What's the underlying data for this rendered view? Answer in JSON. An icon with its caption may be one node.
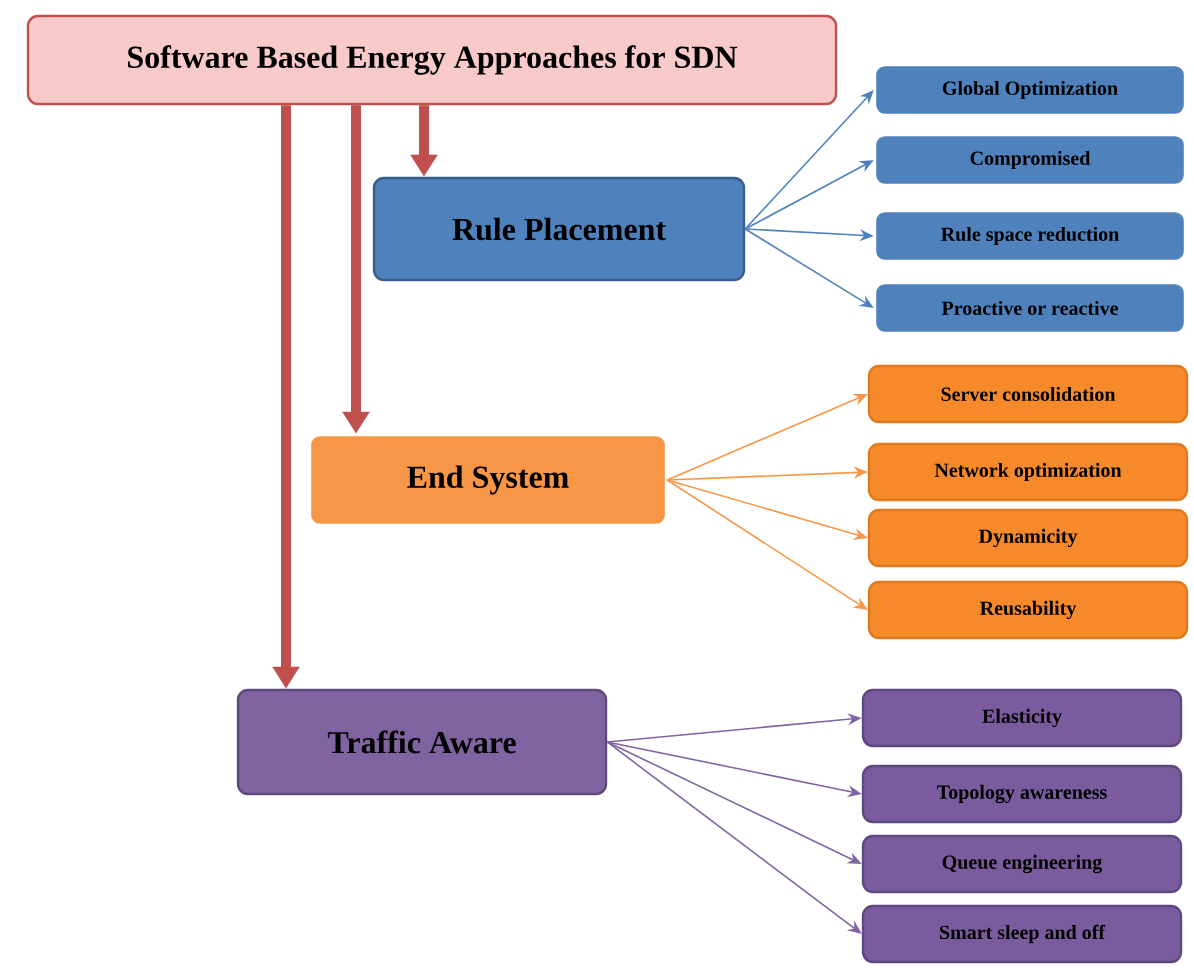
{
  "diagram": {
    "nodes": [
      {
        "text": [
          "Software Based Energy Approaches for SDN"
        ]
      },
      {
        "text": [
          "Rule Placement"
        ]
      },
      {
        "text": [
          "Global Optimization"
        ]
      },
      {
        "text": [
          "Compromised"
        ]
      },
      {
        "text": [
          "Rule space reduction"
        ]
      },
      {
        "text": [
          "Proactive or reactive"
        ]
      },
      {
        "text": [
          "End System"
        ]
      },
      {
        "text": [
          "Server consolidation"
        ]
      },
      {
        "text": [
          "Network optimization"
        ]
      },
      {
        "text": [
          "Dynamicity"
        ]
      },
      {
        "text": [
          "Reusability"
        ]
      },
      {
        "text": [
          "Traffic Aware"
        ]
      },
      {
        "text": [
          "Elasticity"
        ]
      },
      {
        "text": [
          "Topology awareness"
        ]
      },
      {
        "text": [
          "Queue engineering"
        ]
      },
      {
        "text": [
          "Smart sleep and off"
        ]
      }
    ],
    "edges": [
      {
        "from": 0,
        "to": 1,
        "arrow": "to",
        "style": "thick",
        "color": "#c0504d"
      },
      {
        "from": 0,
        "to": 6,
        "arrow": "to",
        "style": "thick",
        "color": "#c0504d"
      },
      {
        "from": 0,
        "to": 11,
        "arrow": "to",
        "style": "thick",
        "color": "#c0504d"
      },
      {
        "from": 1,
        "to": 2,
        "arrow": "to",
        "color": "#4f81bd"
      },
      {
        "from": 1,
        "to": 3,
        "arrow": "to",
        "color": "#4f81bd"
      },
      {
        "from": 1,
        "to": 4,
        "arrow": "to",
        "color": "#4f81bd"
      },
      {
        "from": 1,
        "to": 5,
        "arrow": "to",
        "color": "#4f81bd"
      },
      {
        "from": 6,
        "to": 7,
        "arrow": "to",
        "color": "#f79646"
      },
      {
        "from": 6,
        "to": 8,
        "arrow": "to",
        "color": "#f79646"
      },
      {
        "from": 6,
        "to": 9,
        "arrow": "to",
        "color": "#f79646"
      },
      {
        "from": 6,
        "to": 10,
        "arrow": "to",
        "color": "#f79646"
      },
      {
        "from": 11,
        "to": 12,
        "arrow": "to",
        "color": "#8064a2"
      },
      {
        "from": 11,
        "to": 13,
        "arrow": "to",
        "color": "#8064a2"
      },
      {
        "from": 11,
        "to": 14,
        "arrow": "to",
        "color": "#8064a2"
      },
      {
        "from": 11,
        "to": 15,
        "arrow": "to",
        "color": "#8064a2"
      }
    ]
  }
}
